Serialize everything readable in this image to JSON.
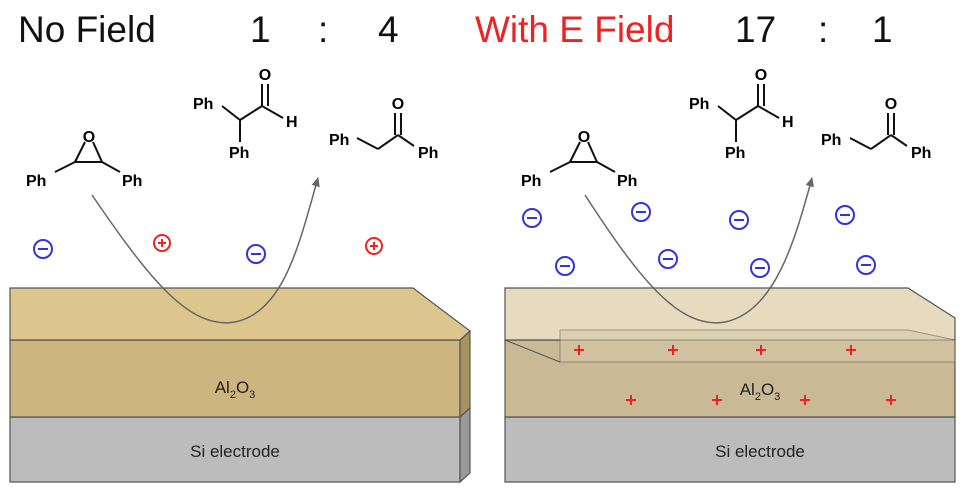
{
  "header": {
    "no_field": {
      "label": "No Field",
      "ratio_left": "1",
      "ratio_sep": ":",
      "ratio_right": "4"
    },
    "with_field": {
      "label": "With E Field",
      "ratio_left": "17",
      "ratio_sep": ":",
      "ratio_right": "1"
    }
  },
  "molecules": {
    "ph": "Ph",
    "oxygen": "O",
    "hydrogen": "H"
  },
  "layers": {
    "oxide_base": "Al",
    "oxide_sub1": "2",
    "oxide_mid": "O",
    "oxide_sub2": "3",
    "electrode": "Si electrode"
  },
  "colors": {
    "oxide": "#cdb57f",
    "oxide_top": "#e2ce98",
    "silicon": "#bcbcbc",
    "anion": "#3333dd",
    "cation": "#ee2222",
    "header_accent": "#ee2222"
  },
  "icons": {
    "anion": "minus-circle-icon",
    "cation": "plus-circle-icon"
  }
}
